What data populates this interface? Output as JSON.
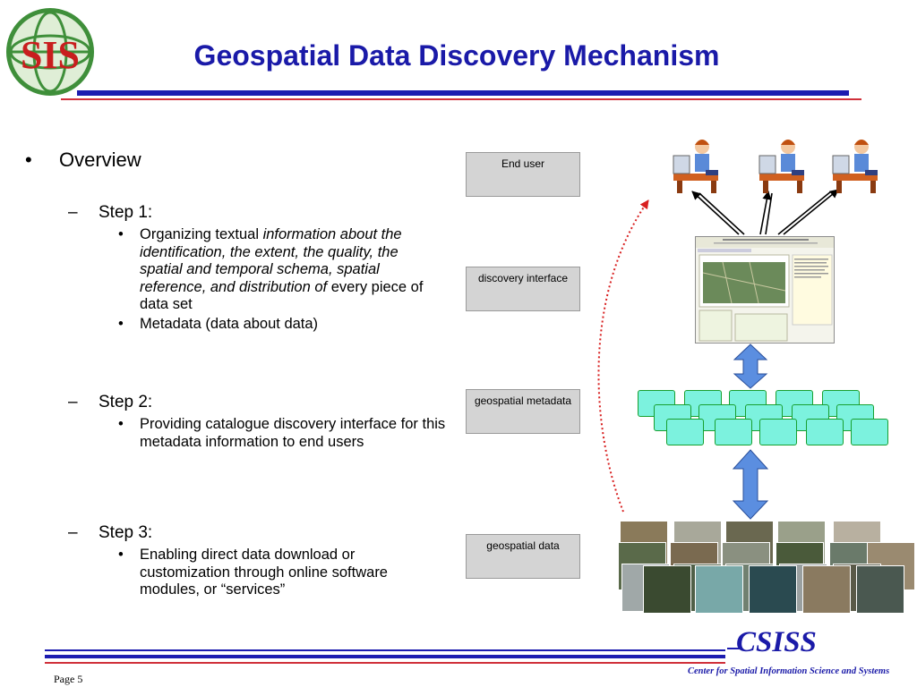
{
  "header": {
    "logo_text": "SIS",
    "title": "Geospatial Data Discovery Mechanism"
  },
  "content": {
    "overview": "Overview",
    "step1": {
      "label": "Step 1:",
      "bullet1_pre": "Organizing textual ",
      "bullet1_italic": "information about the identification, the extent, the quality, the spatial and temporal schema, spatial reference, and distribution of",
      "bullet1_post": " every piece of data set",
      "bullet2": "Metadata (data about data)"
    },
    "step2": {
      "label": "Step 2:",
      "bullet1": "Providing catalogue discovery interface for this metadata information to end users"
    },
    "step3": {
      "label": "Step 3:",
      "bullet1": "Enabling direct data download or customization through online software modules, or “services”"
    }
  },
  "diagram": {
    "stages": [
      "End user",
      "discovery interface",
      "geospatial metadata",
      "geospatial data"
    ],
    "colors": {
      "stage_fill": "#d4d4d4",
      "scroll_fill": "#7cf2de",
      "scroll_border": "#18a030",
      "double_arrow": "#5b8ee0",
      "dotted_arrow": "#d82020"
    },
    "icons": [
      "user-at-computer-icon",
      "map-screenshot",
      "metadata-scroll-icon",
      "satellite-image-tile"
    ]
  },
  "footer": {
    "org_abbr": "CSISS",
    "org_full": "Center for Spatial Information Science and Systems",
    "page_label": "Page  5"
  }
}
